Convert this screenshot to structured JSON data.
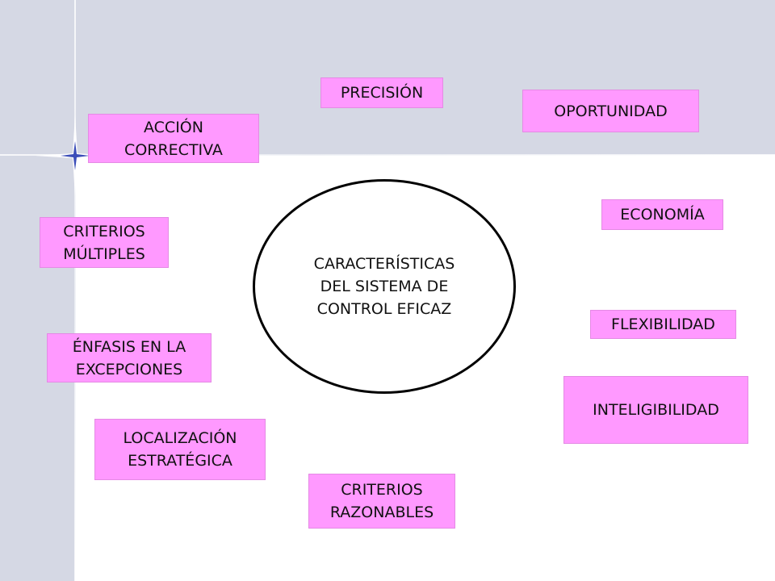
{
  "title": "CARACTERÍSTICAS\nDEL SISTEMA DE\nCONTROL EFICAZ",
  "items": {
    "precision": "PRECISIÓN",
    "oportunidad": "OPORTUNIDAD",
    "accion_correctiva": "ACCIÓN\nCORRECTIVA",
    "economia": "ECONOMÍA",
    "criterios_multiples": "CRITERIOS\nMÚLTIPLES",
    "flexibilidad": "FLEXIBILIDAD",
    "enfasis": "ÉNFASIS EN LA\nEXCEPCIONES",
    "inteligibilidad": "INTELIGIBILIDAD",
    "localizacion": "LOCALIZACIÓN\nESTRATÉGICA",
    "criterios_razonables": "CRITERIOS\nRAZONABLES"
  },
  "colors": {
    "box_fill": "#ff99ff",
    "background_accent": "#d5d8e4",
    "ellipse_border": "#000000"
  }
}
